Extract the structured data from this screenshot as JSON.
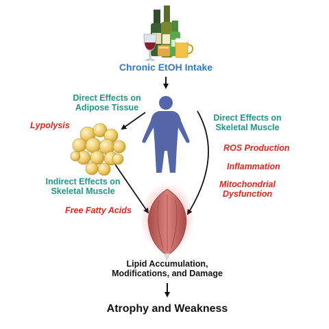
{
  "title": "Chronic EtOH Intake",
  "direct_adipose": [
    "Direct Effects on",
    "Adipose Tissue"
  ],
  "lypolysis": "Lypolysis",
  "direct_muscle": [
    "Direct Effects on",
    "Skeletal Muscle"
  ],
  "ros": "ROS Production",
  "inflammation": "Inflammation",
  "mito": [
    "Mitochondrial",
    "Dysfunction"
  ],
  "indirect_muscle": [
    "Indirect Effects on",
    "Skeletal Muscle"
  ],
  "ffa": "Free Fatty Acids",
  "lipid": [
    "Lipid Accumulation,",
    "Modifications, and Damage"
  ],
  "outcome": "Atrophy and Weakness",
  "colors": {
    "title_blue": "#2f78c4",
    "effect_teal": "#1f9688",
    "mechanism_red": "#e3241b",
    "body_blue": "#5566a8",
    "fat_yellow": "#e8c45a",
    "muscle_red": "#c7605c"
  },
  "icons": [
    "alcohol-bottles-icon",
    "human-body-icon",
    "adipose-tissue-icon",
    "skeletal-muscle-icon"
  ]
}
